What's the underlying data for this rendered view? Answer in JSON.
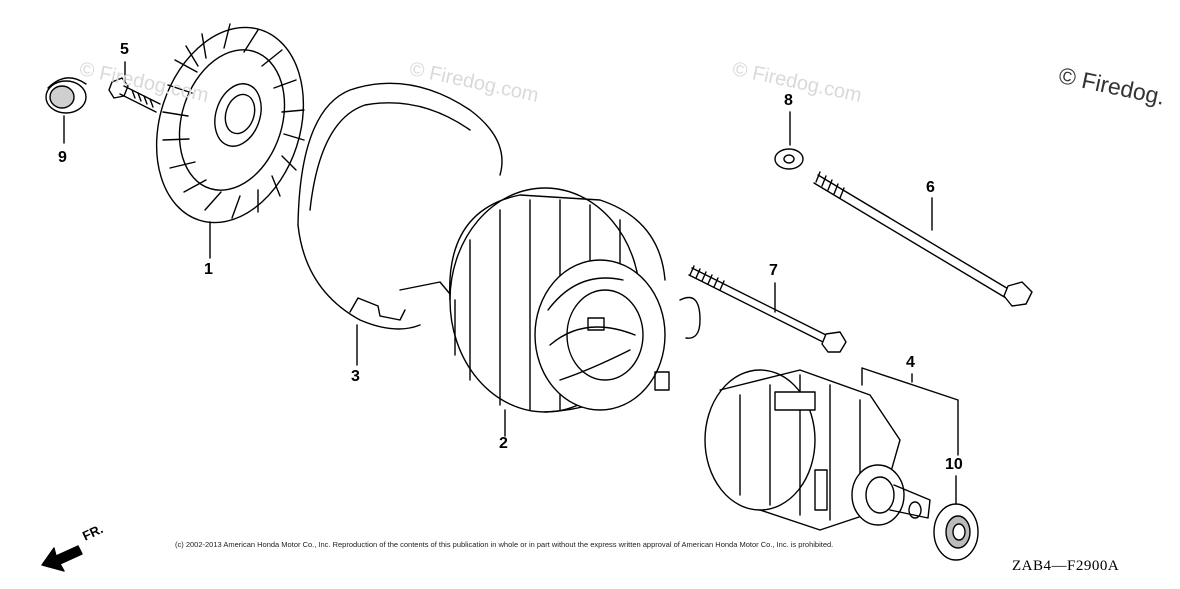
{
  "watermarks": {
    "corner": "© Firedog.",
    "repeated": [
      "© Firedog.com",
      "© Firedog.com",
      "© Firedog.com"
    ]
  },
  "callouts": [
    {
      "id": "1",
      "label": "1"
    },
    {
      "id": "2",
      "label": "2"
    },
    {
      "id": "3",
      "label": "3"
    },
    {
      "id": "4",
      "label": "4"
    },
    {
      "id": "5",
      "label": "5"
    },
    {
      "id": "6",
      "label": "6"
    },
    {
      "id": "7",
      "label": "7"
    },
    {
      "id": "8",
      "label": "8"
    },
    {
      "id": "9",
      "label": "9"
    },
    {
      "id": "10",
      "label": "10"
    }
  ],
  "copyright_notice": "(c) 2002-2013 American Honda Motor Co., Inc. Reproduction of the contents of this publication in whole or in part without the express written approval of American Honda Motor Co., Inc. is prohibited.",
  "diagram_code": "ZAB4—F2900A",
  "direction_label": "FR."
}
